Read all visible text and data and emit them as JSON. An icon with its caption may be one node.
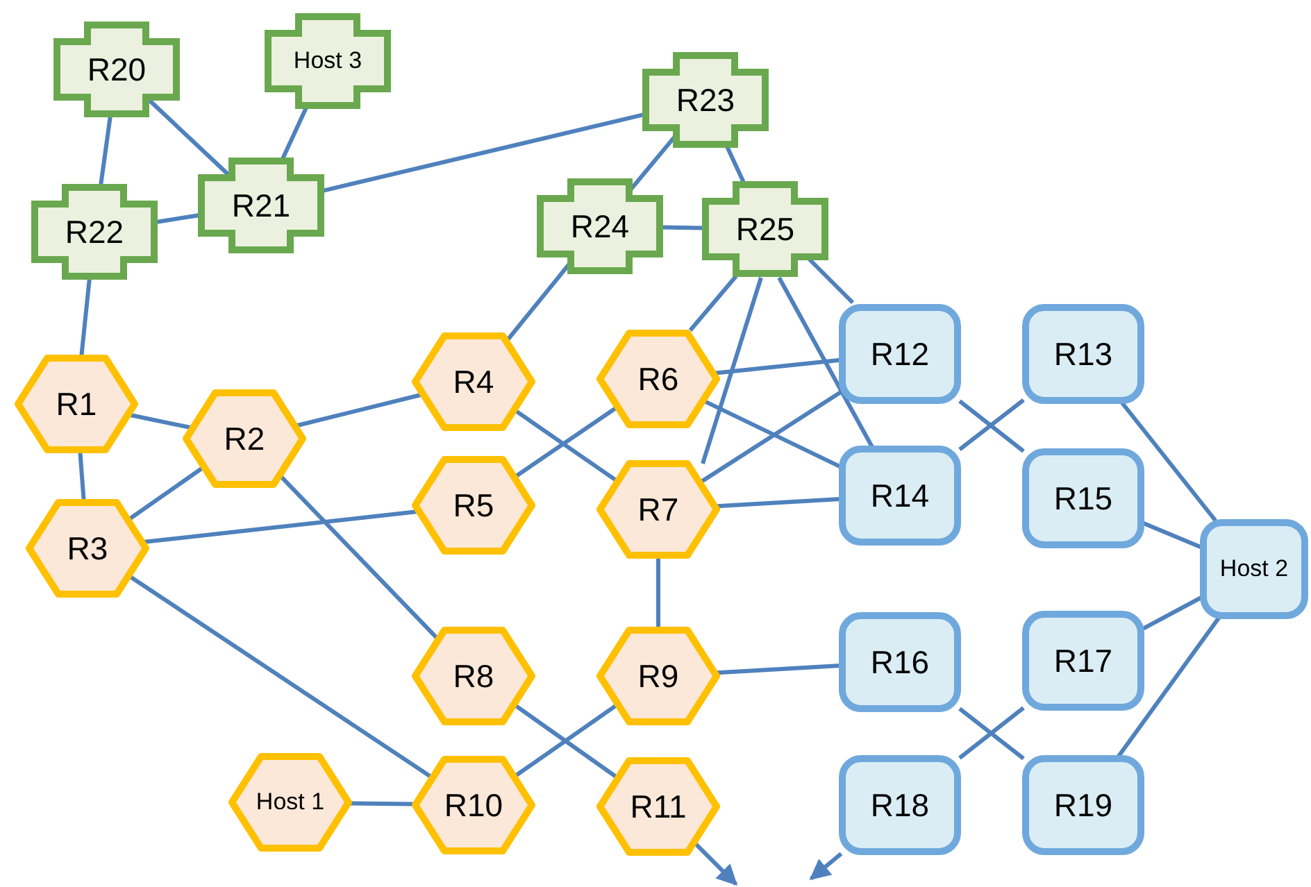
{
  "diagram": {
    "nodes": [
      {
        "text": [
          "R20"
        ]
      },
      {
        "text": [
          "Host 3"
        ]
      },
      {
        "text": [
          "R23"
        ]
      },
      {
        "text": [
          "R22"
        ]
      },
      {
        "text": [
          "R21"
        ]
      },
      {
        "text": [
          "R24"
        ]
      },
      {
        "text": [
          "R25"
        ]
      },
      {
        "text": [
          "R1"
        ]
      },
      {
        "text": [
          "R4"
        ]
      },
      {
        "text": [
          "R6"
        ]
      },
      {
        "text": [
          "R12"
        ]
      },
      {
        "text": [
          "R13"
        ]
      },
      {
        "text": [
          "R2"
        ]
      },
      {
        "text": [
          "R5"
        ]
      },
      {
        "text": [
          "R7"
        ]
      },
      {
        "text": [
          "R14"
        ]
      },
      {
        "text": [
          "R15"
        ]
      },
      {
        "text": [
          "R3"
        ]
      },
      {
        "text": [
          "Host 2"
        ]
      },
      {
        "text": [
          "R8"
        ]
      },
      {
        "text": [
          "R9"
        ]
      },
      {
        "text": [
          "R16"
        ]
      },
      {
        "text": [
          "R17"
        ]
      },
      {
        "text": [
          "Host 1"
        ]
      },
      {
        "text": [
          "R10"
        ]
      },
      {
        "text": [
          "R11"
        ]
      },
      {
        "text": [
          "R18"
        ]
      },
      {
        "text": [
          "R19"
        ]
      }
    ],
    "edges": [
      {
        "from": 0,
        "to": 3,
        "arrow": "none"
      },
      {
        "from": 0,
        "to": 4,
        "arrow": "none"
      },
      {
        "from": 1,
        "to": 4,
        "arrow": "none"
      },
      {
        "from": 3,
        "to": 4,
        "arrow": "none"
      },
      {
        "from": 4,
        "to": 2,
        "arrow": "none"
      },
      {
        "from": 2,
        "to": 5,
        "arrow": "none"
      },
      {
        "from": 2,
        "to": 6,
        "arrow": "none"
      },
      {
        "from": 5,
        "to": 6,
        "arrow": "none"
      },
      {
        "from": 3,
        "to": 7,
        "arrow": "none"
      },
      {
        "from": 5,
        "to": 8,
        "arrow": "none"
      },
      {
        "from": 6,
        "to": 9,
        "arrow": "none"
      },
      {
        "from": 6,
        "to": 14,
        "arrow": "none"
      },
      {
        "from": 6,
        "to": 15,
        "arrow": "none"
      },
      {
        "from": 6,
        "to": 10,
        "arrow": "none"
      },
      {
        "from": 7,
        "to": 12,
        "arrow": "none"
      },
      {
        "from": 7,
        "to": 17,
        "arrow": "none"
      },
      {
        "from": 12,
        "to": 17,
        "arrow": "none"
      },
      {
        "from": 12,
        "to": 8,
        "arrow": "none"
      },
      {
        "from": 12,
        "to": 19,
        "arrow": "none"
      },
      {
        "from": 17,
        "to": 13,
        "arrow": "none"
      },
      {
        "from": 17,
        "to": 24,
        "arrow": "none"
      },
      {
        "from": 8,
        "to": 14,
        "arrow": "none"
      },
      {
        "from": 13,
        "to": 9,
        "arrow": "none"
      },
      {
        "from": 9,
        "to": 10,
        "arrow": "none"
      },
      {
        "from": 9,
        "to": 15,
        "arrow": "none"
      },
      {
        "from": 14,
        "to": 10,
        "arrow": "none"
      },
      {
        "from": 14,
        "to": 15,
        "arrow": "none"
      },
      {
        "from": 14,
        "to": 20,
        "arrow": "none"
      },
      {
        "from": 20,
        "to": 21,
        "arrow": "none"
      },
      {
        "from": 20,
        "to": 24,
        "arrow": "none"
      },
      {
        "from": 19,
        "to": 25,
        "arrow": "none"
      },
      {
        "from": 23,
        "to": 24,
        "arrow": "none"
      },
      {
        "from": 25,
        "to": null,
        "arrow": "to"
      },
      {
        "from": 26,
        "to": null,
        "arrow": "to"
      },
      {
        "from": 10,
        "to": 16,
        "arrow": "none"
      },
      {
        "from": 11,
        "to": 15,
        "arrow": "none"
      },
      {
        "from": 11,
        "to": 18,
        "arrow": "none"
      },
      {
        "from": 16,
        "to": 18,
        "arrow": "none"
      },
      {
        "from": 21,
        "to": 27,
        "arrow": "none"
      },
      {
        "from": 22,
        "to": 26,
        "arrow": "none"
      },
      {
        "from": 22,
        "to": 18,
        "arrow": "none"
      },
      {
        "from": 27,
        "to": 18,
        "arrow": "none"
      }
    ]
  }
}
